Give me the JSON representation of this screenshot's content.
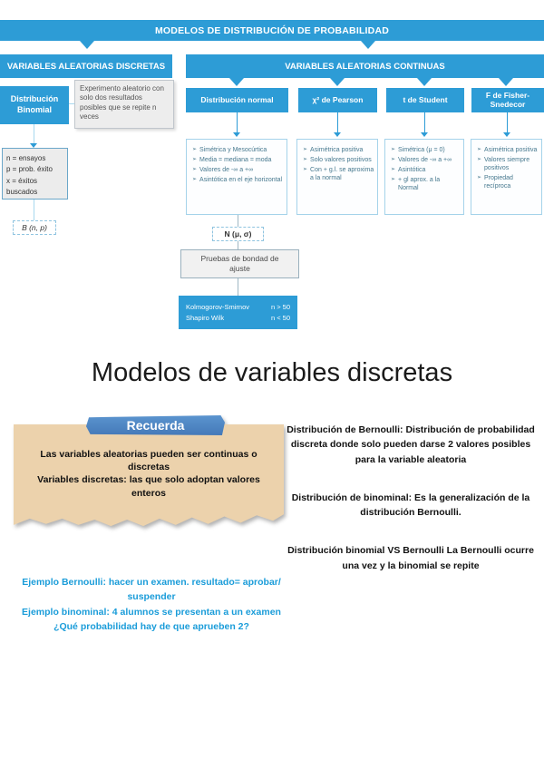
{
  "icons": {
    "bullet": "➢"
  },
  "diagram": {
    "title": "MODELOS DE DISTRIBUCIÓN DE PROBABILIDAD",
    "discrete": {
      "header": "VARIABLES ALEATORIAS DISCRETAS",
      "binomial_label": "Distribución Binomial",
      "note": "Experimento aleatorio con solo dos resultados posibles que se repite n veces",
      "params": [
        "n = ensayos",
        "p = prob. éxito",
        "x = éxitos buscados"
      ],
      "notation": "B (n, p)"
    },
    "continuous": {
      "header": "VARIABLES ALEATORIAS CONTINUAS",
      "columns": [
        {
          "label": "Distribución normal",
          "bullets": [
            "Simétrica y Mesocúrtica",
            "Media = mediana = moda",
            "Valores de -∞ a +∞",
            "Asintótica en el eje horizontal"
          ]
        },
        {
          "label": "χ² de Pearson",
          "bullets": [
            "Asimétrica positiva",
            "Solo valores positivos",
            "Con + g.l. se aproxima a la normal"
          ]
        },
        {
          "label": "t de Student",
          "bullets": [
            "Simétrica (μ = 0)",
            "Valores de -∞ a +∞",
            "Asintótica",
            "+ gl aprox. a la Normal"
          ]
        },
        {
          "label": "F de Fisher-Snedecor",
          "bullets": [
            "Asimétrica positiva",
            "Valores siempre positivos",
            "Propiedad recíproca"
          ]
        }
      ],
      "normal_notation": "N (μ, σ)",
      "goodness_box": "Pruebas de bondad de ajuste",
      "tests": [
        {
          "name": "Kolmogorov-Smirnov",
          "condition": "n > 50"
        },
        {
          "name": "Shapiro Wilk",
          "condition": "n < 50"
        }
      ]
    }
  },
  "section": {
    "title": "Modelos de variables discretas",
    "recuerda": {
      "ribbon": "Recuerda",
      "line1": "Las variables aleatorias pueden ser continuas o discretas",
      "line2": "Variables discretas: las que solo adoptan valores enteros"
    },
    "examples": {
      "bernoulli": "Ejemplo Bernoulli: hacer un examen. resultado= aprobar/ suspender",
      "binomial": "Ejemplo binominal: 4 alumnos se presentan a un examen ¿Qué probabilidad hay de que aprueben 2?"
    },
    "definitions": [
      "Distribución de Bernoulli: Distribución de probabilidad discreta donde solo pueden darse 2 valores posibles para la variable aleatoria",
      "Distribución de binominal: Es la generalización de la distribución Bernoulli.",
      "Distribución binomial VS Bernoulli La Bernoulli ocurre una vez y la binomial se repite"
    ]
  },
  "colors": {
    "accent_blue": "#2d9cd6",
    "note_tan": "#ecd2ac",
    "ribbon_blue": "#4a86c6",
    "example_blue": "#1a9cd9"
  }
}
